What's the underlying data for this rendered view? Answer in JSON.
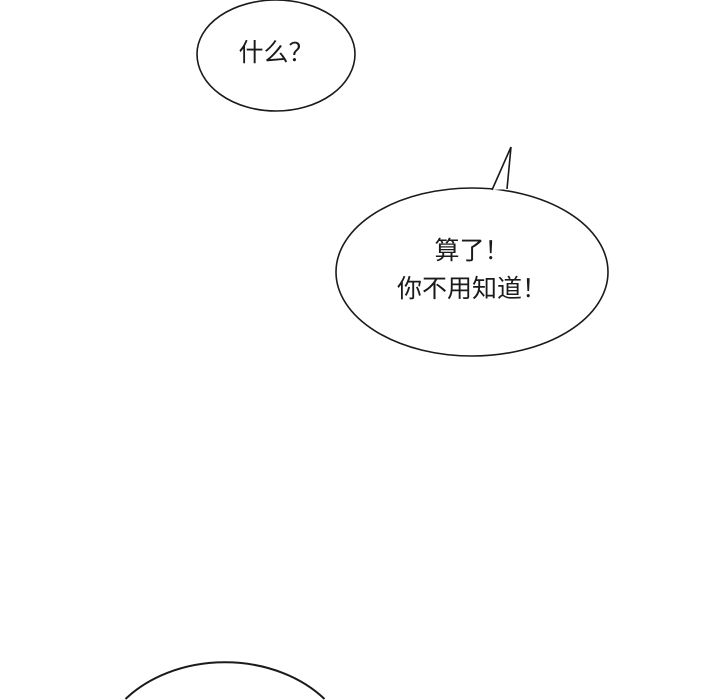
{
  "bubbles": [
    {
      "lines": [
        "什么？"
      ]
    },
    {
      "lines": [
        "算了！",
        "你不用知道！"
      ]
    },
    {
      "lines": []
    }
  ],
  "colors": {
    "outline": "#1a1a1a",
    "fill": "#ffffff",
    "text": "#1a1a1a"
  }
}
